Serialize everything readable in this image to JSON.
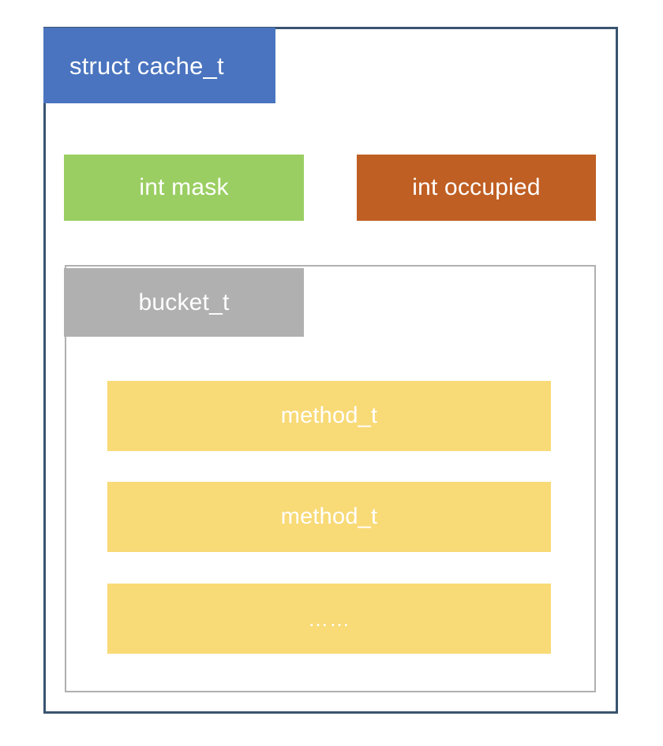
{
  "diagram": {
    "title": "struct cache_t",
    "fields": [
      {
        "label": "int mask",
        "color": "#9ace62"
      },
      {
        "label": "int occupied",
        "color": "#c05f23"
      }
    ],
    "bucket": {
      "label": "bucket_t",
      "color": "#b0b0b0",
      "entries": [
        {
          "label": "method_t"
        },
        {
          "label": "method_t"
        },
        {
          "label": "……"
        }
      ],
      "entry_color": "#f8da77"
    },
    "colors": {
      "frame_border": "#39546f",
      "title": "#4a74bf",
      "container_border": "#b0b0b0",
      "text": "#ffffff",
      "background": "#ffffff"
    }
  }
}
